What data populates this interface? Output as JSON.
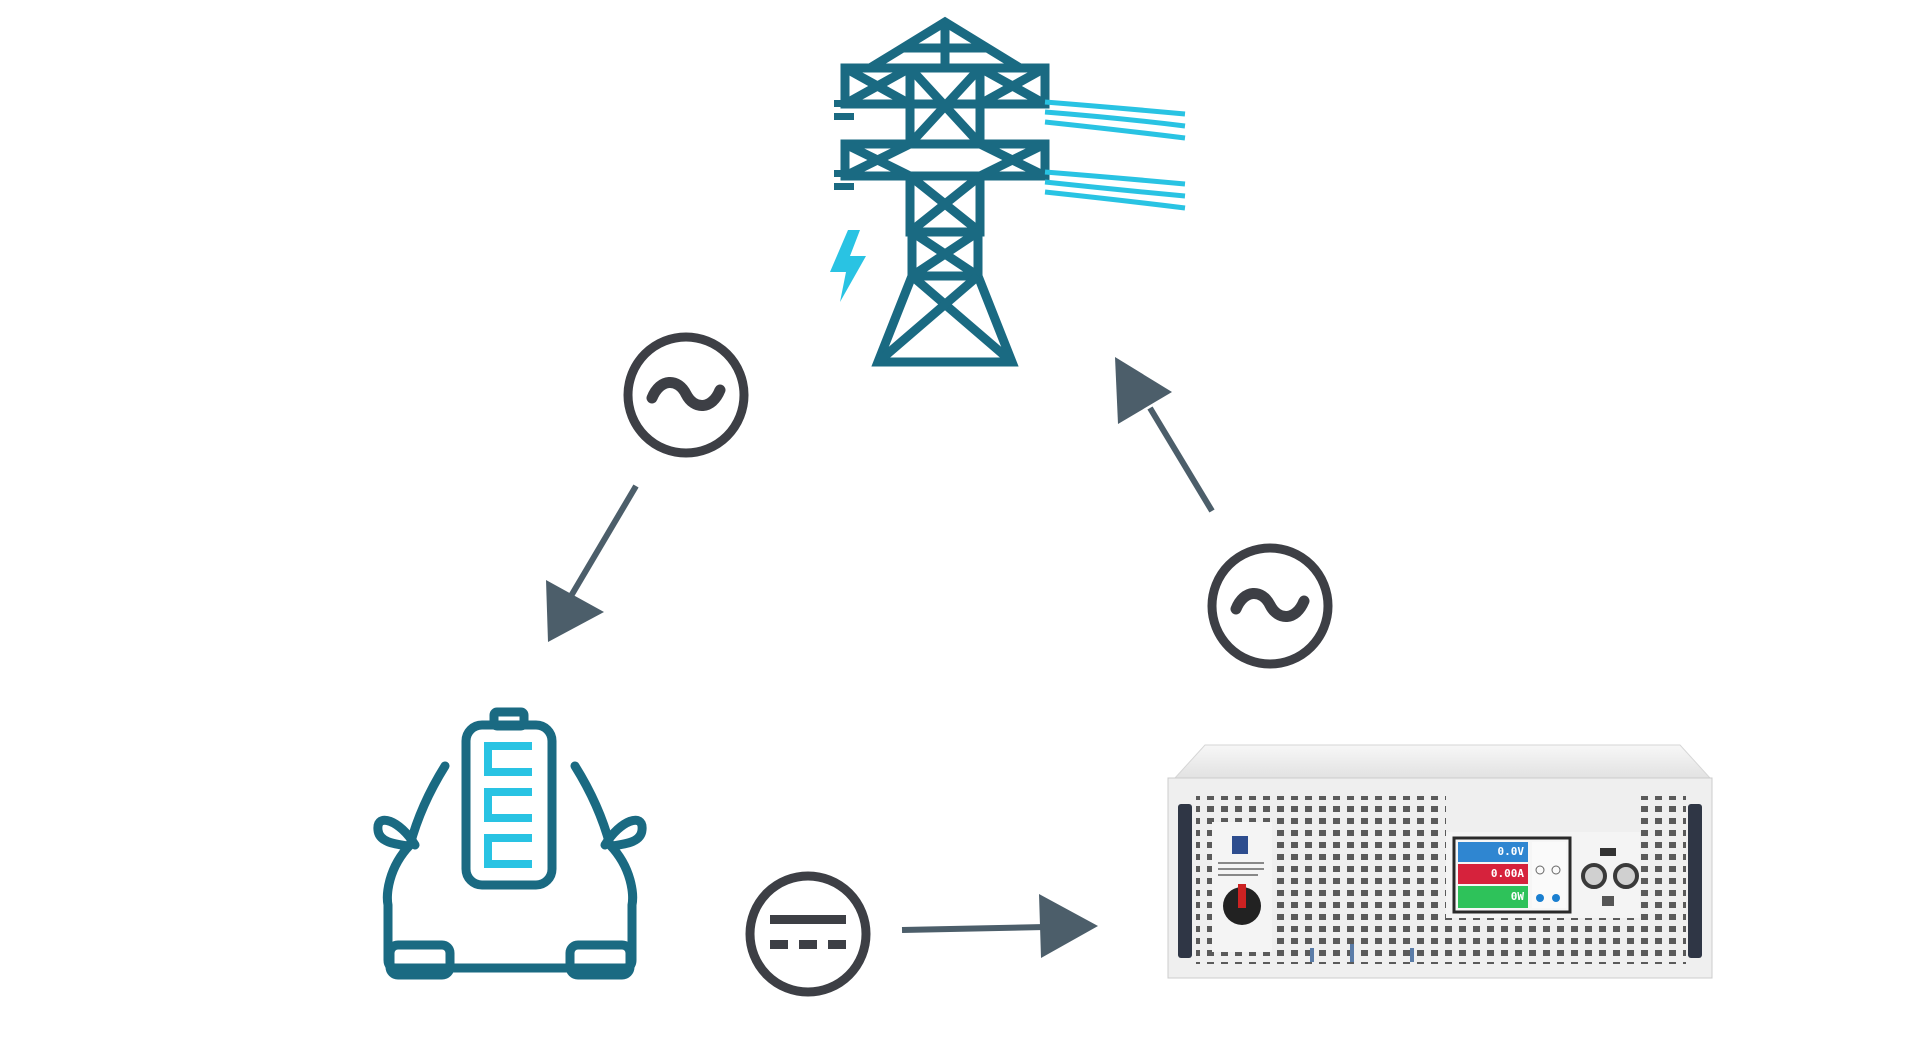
{
  "nodes": {
    "grid": {
      "icon": "power-pylon-icon",
      "color": "#1a6a82",
      "accent": "#29c3e3"
    },
    "vehicle": {
      "icon": "electric-car-battery-icon",
      "color": "#1a6a82",
      "accent": "#29c3e3"
    },
    "device": {
      "icon": "bidirectional-power-supply-icon",
      "screen": {
        "voltage": "0.0V",
        "current": "0.00A",
        "power": "0W"
      }
    }
  },
  "flows": [
    {
      "from": "grid",
      "to": "vehicle",
      "current_type": "ac-symbol-icon"
    },
    {
      "from": "vehicle",
      "to": "device",
      "current_type": "dc-symbol-icon"
    },
    {
      "from": "device",
      "to": "grid",
      "current_type": "ac-symbol-icon"
    }
  ],
  "colors": {
    "arrow": "#4c5e6a",
    "symbol": "#3d3f45",
    "primary": "#1a6a82",
    "accent": "#29c3e3"
  }
}
